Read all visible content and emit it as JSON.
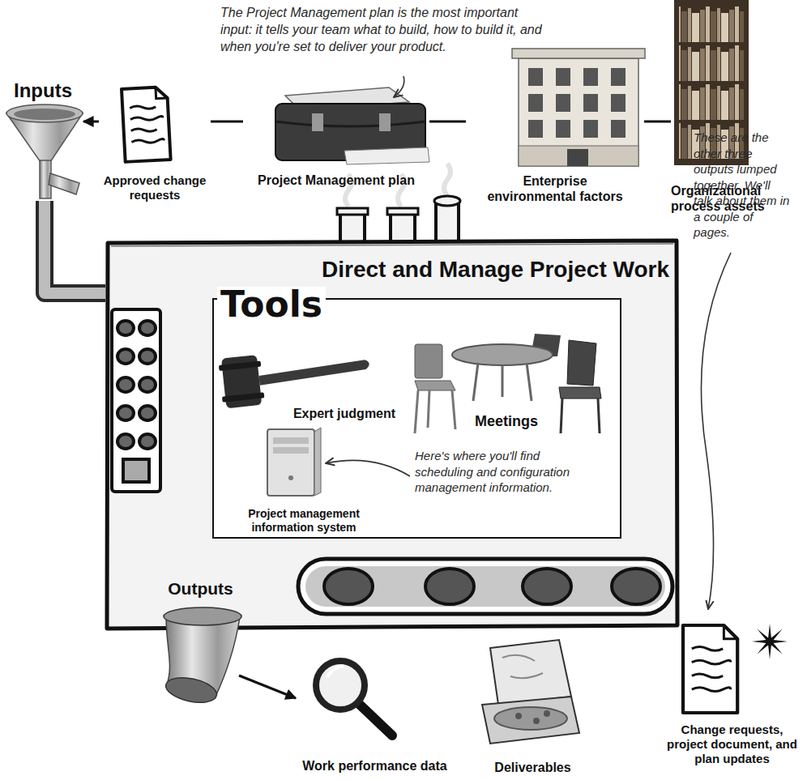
{
  "diagram": {
    "nodes": [
      {
        "text": [
          "Inputs"
        ]
      },
      {
        "text": [
          "Approved change requests"
        ]
      },
      {
        "text": [
          "Project Management plan"
        ]
      },
      {
        "text": [
          "Enterprise environmental factors"
        ]
      },
      {
        "text": [
          "Organizational process assets"
        ]
      },
      {
        "text": [
          "Direct and Manage Project Work"
        ]
      },
      {
        "text": [
          "Tools"
        ],
        "in": 5
      },
      {
        "text": [
          "Expert judgment"
        ],
        "in": 6
      },
      {
        "text": [
          "Meetings"
        ],
        "in": 6
      },
      {
        "text": [
          "Project management information system"
        ],
        "in": 6
      },
      {
        "text": [
          "Outputs"
        ]
      },
      {
        "text": [
          "Work performance data"
        ]
      },
      {
        "text": [
          "Deliverables"
        ]
      },
      {
        "text": [
          "Change requests, project document, and plan updates"
        ]
      }
    ],
    "edges": [
      {
        "from": 4,
        "to": 3,
        "arrow": "none"
      },
      {
        "from": 3,
        "to": 2,
        "arrow": "none"
      },
      {
        "from": 2,
        "to": 1,
        "arrow": "none"
      },
      {
        "from": 1,
        "to": 0,
        "arrow": "to"
      },
      {
        "from": 0,
        "to": 5,
        "arrow": "none"
      },
      {
        "from": 10,
        "to": 11,
        "arrow": "to"
      }
    ],
    "labels": [
      "The Project Management plan is the most important input: it tells your team what to build, how to build it, and when you're set to deliver your product.",
      "Here's where you'll find scheduling and configuration management information.",
      "These are the other three outputs lumped together. We'll talk about them in a couple of pages."
    ]
  }
}
